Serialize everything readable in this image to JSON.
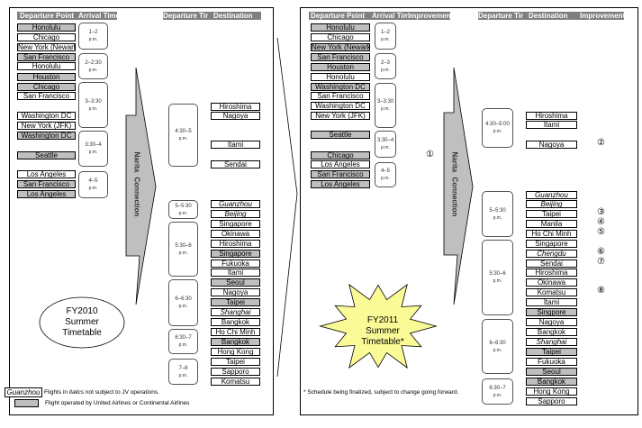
{
  "fy2010": {
    "headers": {
      "departure_point": "Departure Point",
      "arrival_time": "Arrival Time",
      "departure_time": "Departure Time",
      "destination": "Destination"
    },
    "departures": [
      {
        "label": "Honolulu",
        "gray": true
      },
      {
        "label": "Chicago",
        "gray": false
      },
      {
        "label": "New York (Newark)",
        "gray": false
      },
      {
        "label": "San Francisco",
        "gray": true
      },
      {
        "label": "Honolulu",
        "gray": false
      },
      {
        "label": "Houston",
        "gray": true
      },
      {
        "label": "Chicago",
        "gray": true
      },
      {
        "label": "San Francisco",
        "gray": false
      },
      {
        "label": "Washington DC",
        "gray": false
      },
      {
        "label": "New York (JFK)",
        "gray": false
      },
      {
        "label": "Washington DC",
        "gray": true
      },
      {
        "label": "Seattle",
        "gray": true
      },
      {
        "label": "Los Angeles",
        "gray": false
      },
      {
        "label": "San Francisco",
        "gray": true
      },
      {
        "label": "Los Angeles",
        "gray": true
      }
    ],
    "arrival_times": [
      "1–2",
      "2–2:30",
      "3–3:30",
      "3:30–4",
      "4–5"
    ],
    "departure_times": [
      "4:30–5",
      "5–5:30",
      "5:30–6",
      "6–6:30",
      "6:30–7",
      "7–8"
    ],
    "pm": "p.m.",
    "destinations": [
      {
        "label": "Hiroshima"
      },
      {
        "label": "Nagoya"
      },
      {
        "label": "Itami"
      },
      {
        "label": "Sendai"
      },
      {
        "label": "Guanzhou",
        "italic": true
      },
      {
        "label": "Beijing",
        "italic": true
      },
      {
        "label": "Singapore"
      },
      {
        "label": "Okinawa"
      },
      {
        "label": "Hiroshima"
      },
      {
        "label": "Singapore",
        "gray": true
      },
      {
        "label": "Fukuoka"
      },
      {
        "label": "Itami"
      },
      {
        "label": "Seoul",
        "gray": true
      },
      {
        "label": "Nagoya"
      },
      {
        "label": "Taipei",
        "gray": true
      },
      {
        "label": "Shanghai",
        "italic": true
      },
      {
        "label": "Bangkok"
      },
      {
        "label": "Ho Chi Minh"
      },
      {
        "label": "Bangkok",
        "gray": true
      },
      {
        "label": "Hong Kong"
      },
      {
        "label": "Taipei"
      },
      {
        "label": "Sapporo"
      },
      {
        "label": "Komatsu"
      }
    ],
    "connection": "Narita Connection",
    "title": [
      "FY2010",
      "Summer",
      "Timetable"
    ],
    "legend": {
      "sample": "Guanzhou",
      "italic_note_pre": "Flights in ",
      "italic_word": "italics",
      "italic_note_post": " not subject to JV operations.",
      "gray_note": "Flight operated by United Airlines or Continental Airlines"
    }
  },
  "fy2011": {
    "headers": {
      "departure_point": "Departure Point",
      "arrival_time": "Arrival Time",
      "improvement": "Improvement",
      "departure_time": "Departure Time",
      "destination": "Destination",
      "improvement2": "Improvement"
    },
    "departures": [
      {
        "label": "Honolulu",
        "gray": true
      },
      {
        "label": "Chicago",
        "gray": false
      },
      {
        "label": "New York (Newark)",
        "gray": true
      },
      {
        "label": "San Francisco",
        "gray": true
      },
      {
        "label": "Houston",
        "gray": true
      },
      {
        "label": "Honolulu",
        "gray": false
      },
      {
        "label": "Washington DC",
        "gray": true
      },
      {
        "label": "San Francisco",
        "gray": false
      },
      {
        "label": "Washington DC",
        "gray": false
      },
      {
        "label": "New York (JFK)",
        "gray": false
      },
      {
        "label": "Seattle",
        "gray": true
      },
      {
        "label": "Chicago",
        "gray": true
      },
      {
        "label": "Los Angeles",
        "gray": false
      },
      {
        "label": "San Francisco",
        "gray": true
      },
      {
        "label": "Los Angeles",
        "gray": true
      }
    ],
    "arrival_times": [
      "1–2",
      "2–3",
      "3–3:30",
      "3:30–4",
      "4–5"
    ],
    "arrival_improvement": "①",
    "departure_times": [
      "4:30–5:00",
      "5–5:30",
      "5:30–6",
      "6–6:30",
      "6:30–7"
    ],
    "pm": "p.m.",
    "destinations": [
      {
        "label": "Hiroshima"
      },
      {
        "label": "Itami"
      },
      {
        "label": "Nagoya",
        "mark": "②"
      },
      {
        "label": "Guanzhou",
        "italic": true
      },
      {
        "label": "Beijing",
        "italic": true
      },
      {
        "label": "Taipei",
        "mark": "③"
      },
      {
        "label": "Manila",
        "mark": "④"
      },
      {
        "label": "Ho Chi Minh",
        "mark": "⑤"
      },
      {
        "label": "Singapore"
      },
      {
        "label": "Chengdu",
        "italic": true,
        "mark": "⑥"
      },
      {
        "label": "Sendai",
        "mark": "⑦"
      },
      {
        "label": "Hiroshima"
      },
      {
        "label": "Okinawa"
      },
      {
        "label": "Komatsu",
        "mark": "⑧"
      },
      {
        "label": "Itami"
      },
      {
        "label": "Singpore",
        "gray": true
      },
      {
        "label": "Nagoya"
      },
      {
        "label": "Bangkok"
      },
      {
        "label": "Shanghai",
        "italic": true
      },
      {
        "label": "Taipei",
        "gray": true
      },
      {
        "label": "Fukuoka"
      },
      {
        "label": "Seoul",
        "gray": true
      },
      {
        "label": "Bangkok",
        "gray": true
      },
      {
        "label": "Hong Kong"
      },
      {
        "label": "Sapporo"
      }
    ],
    "connection": "Narita Connection",
    "title": [
      "FY2011",
      "Summer",
      "Timetable*"
    ],
    "footnote": "* Schedule being finalized, subject to change going forward.",
    "star_color": "#fafa96"
  }
}
